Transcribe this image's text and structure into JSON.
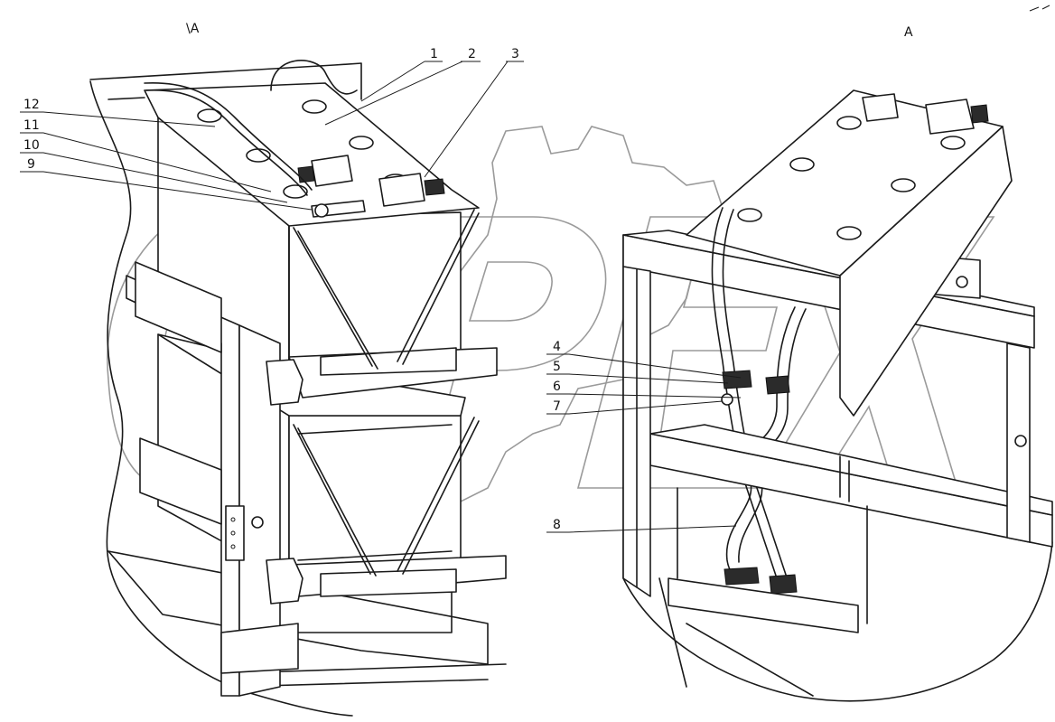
{
  "view_labels": {
    "left": "\\A",
    "right": "A"
  },
  "callouts": [
    {
      "id": "1",
      "label": "1"
    },
    {
      "id": "2",
      "label": "2"
    },
    {
      "id": "3",
      "label": "3"
    },
    {
      "id": "4",
      "label": "4"
    },
    {
      "id": "5",
      "label": "5"
    },
    {
      "id": "6",
      "label": "6"
    },
    {
      "id": "7",
      "label": "7"
    },
    {
      "id": "8",
      "label": "8"
    },
    {
      "id": "9",
      "label": "9"
    },
    {
      "id": "10",
      "label": "10"
    },
    {
      "id": "11",
      "label": "11"
    },
    {
      "id": "12",
      "label": "12"
    }
  ],
  "colors": {
    "line": "#1a1a1a",
    "watermark": "#9a9a9a",
    "background": "#ffffff"
  }
}
